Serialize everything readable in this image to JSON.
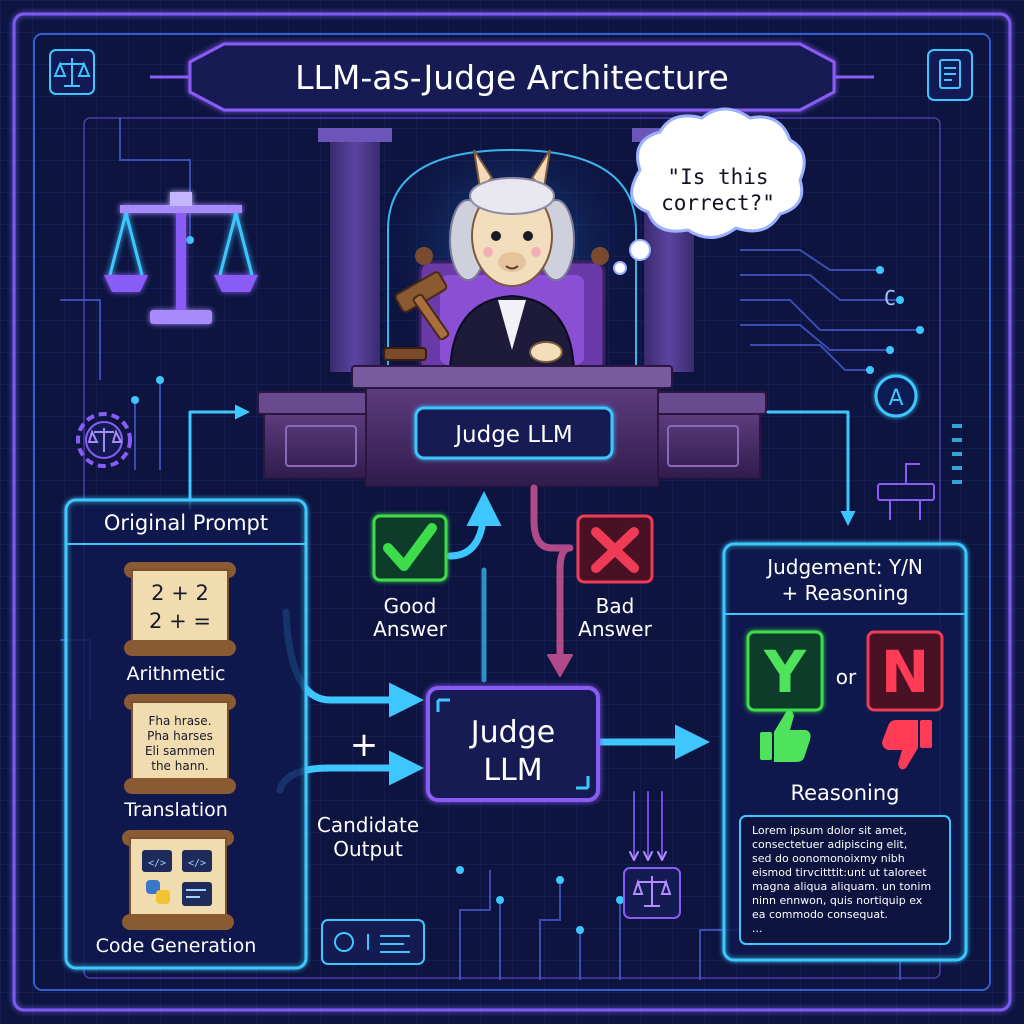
{
  "title": "LLM-as-Judge Architecture",
  "thought_bubble": {
    "line1": "\"Is this",
    "line2": "correct?\""
  },
  "judge_bench_label": "Judge LLM",
  "judge_box": {
    "line1": "Judge",
    "line2": "LLM"
  },
  "original_prompt": {
    "header": "Original Prompt",
    "items": [
      {
        "label": "Arithmetic",
        "scroll_lines": [
          "2 + 2",
          "2 + ="
        ]
      },
      {
        "label": "Translation",
        "scroll_lines": [
          "Fha hrase.",
          "Pha harses",
          "Eli sammen",
          "the hann."
        ]
      },
      {
        "label": "Code Generation",
        "scroll_lines": [
          "</>",
          "</>"
        ]
      }
    ]
  },
  "plus_sign": "+",
  "candidate_output": {
    "line1": "Candidate",
    "line2": "Output"
  },
  "good_answer": {
    "line1": "Good",
    "line2": "Answer"
  },
  "bad_answer": {
    "line1": "Bad",
    "line2": "Answer"
  },
  "judgement": {
    "header_line1": "Judgement: Y/N",
    "header_line2": "+ Reasoning",
    "yes_letter": "Y",
    "or_text": "or",
    "no_letter": "N",
    "reasoning_label": "Reasoning",
    "reasoning_lines": [
      "Lorem ipsum dolor sit amet,",
      "consectetuer adipiscing elit,",
      "sed do oonomonoixmy nibh",
      "eismod tirvcitttit:unt ut taloreet",
      "magna aliqua aliquam. un tonim",
      "ninn ennwon, quis nortiquip ex",
      "ea commodo consequat.",
      "..."
    ]
  },
  "side_badge_letter": "A",
  "side_circuit_label": "C",
  "colors": {
    "background": "#0d1440",
    "cyan": "#3ec7ff",
    "purple": "#8a5cf6",
    "good": "#3ddc4a",
    "bad": "#ef3b55",
    "wood": "#4a2f6b"
  }
}
